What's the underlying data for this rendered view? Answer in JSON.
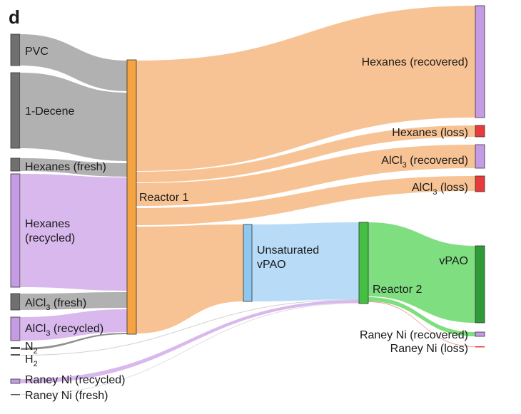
{
  "panel_label": "d",
  "colors": {
    "gray_node": "#707070",
    "gray_flow": "#b1b1b1",
    "purple_node": "#c59be6",
    "purple_flow": "#d9b8ee",
    "orange_node": "#f6a341",
    "orange_flow": "#f8c394",
    "blue_node": "#8ec8ee",
    "blue_flow": "#b8dcf8",
    "green_node": "#43c041",
    "green_flow": "#7fde7f",
    "dkgreen_node": "#2f9a38",
    "red_node": "#e83a3a",
    "red_flow": "#f09898"
  },
  "nodes": [
    {
      "id": "pvc",
      "label": "PVC"
    },
    {
      "id": "decene",
      "label": "1-Decene"
    },
    {
      "id": "hex_fresh",
      "label": "Hexanes (fresh)"
    },
    {
      "id": "hex_recycled",
      "label_lines": [
        "Hexanes",
        "(recycled)"
      ]
    },
    {
      "id": "alcl3_fresh",
      "label_main": "AlCl",
      "label_sub": "3",
      "label_tail": " (fresh)"
    },
    {
      "id": "alcl3_recycled",
      "label_main": "AlCl",
      "label_sub": "3",
      "label_tail": " (recycled)"
    },
    {
      "id": "n2",
      "label_main": "N",
      "label_sub": "2"
    },
    {
      "id": "h2",
      "label_main": "H",
      "label_sub": "2"
    },
    {
      "id": "raney_recycled",
      "label": "Raney Ni (recycled)"
    },
    {
      "id": "raney_fresh",
      "label": "Raney Ni (fresh)"
    },
    {
      "id": "reactor1",
      "label": "Reactor 1"
    },
    {
      "id": "unsat",
      "label_lines": [
        "Unsaturated",
        "vPAO"
      ]
    },
    {
      "id": "reactor2",
      "label": "Reactor 2"
    },
    {
      "id": "hex_recovered",
      "label": "Hexanes (recovered)"
    },
    {
      "id": "hex_loss",
      "label": "Hexanes (loss)"
    },
    {
      "id": "alcl3_recovered",
      "label_main": "AlCl",
      "label_sub": "3",
      "label_tail": " (recovered)"
    },
    {
      "id": "alcl3_loss",
      "label_main": "AlCl",
      "label_sub": "3",
      "label_tail": " (loss)"
    },
    {
      "id": "vpao",
      "label": "vPAO"
    },
    {
      "id": "raney_recovered",
      "label": "Raney Ni (recovered)"
    },
    {
      "id": "raney_loss",
      "label": "Raney Ni (loss)"
    }
  ]
}
